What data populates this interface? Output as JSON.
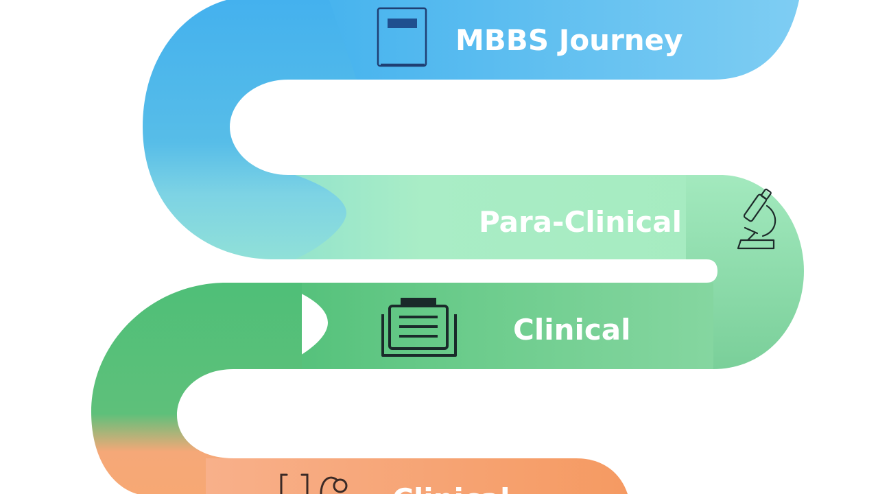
{
  "stages": [
    {
      "label": "MBBS Journey",
      "icon": "book-icon",
      "color": "#4db5ef"
    },
    {
      "label": "Para-Clinical",
      "icon": "microscope-icon",
      "color": "#a8ecc4"
    },
    {
      "label": "Clinical",
      "icon": "case-file-icon",
      "color": "#55c47f"
    },
    {
      "label": "Clinical",
      "icon": "stethoscope-icon",
      "color": "#f9a36f"
    }
  ]
}
